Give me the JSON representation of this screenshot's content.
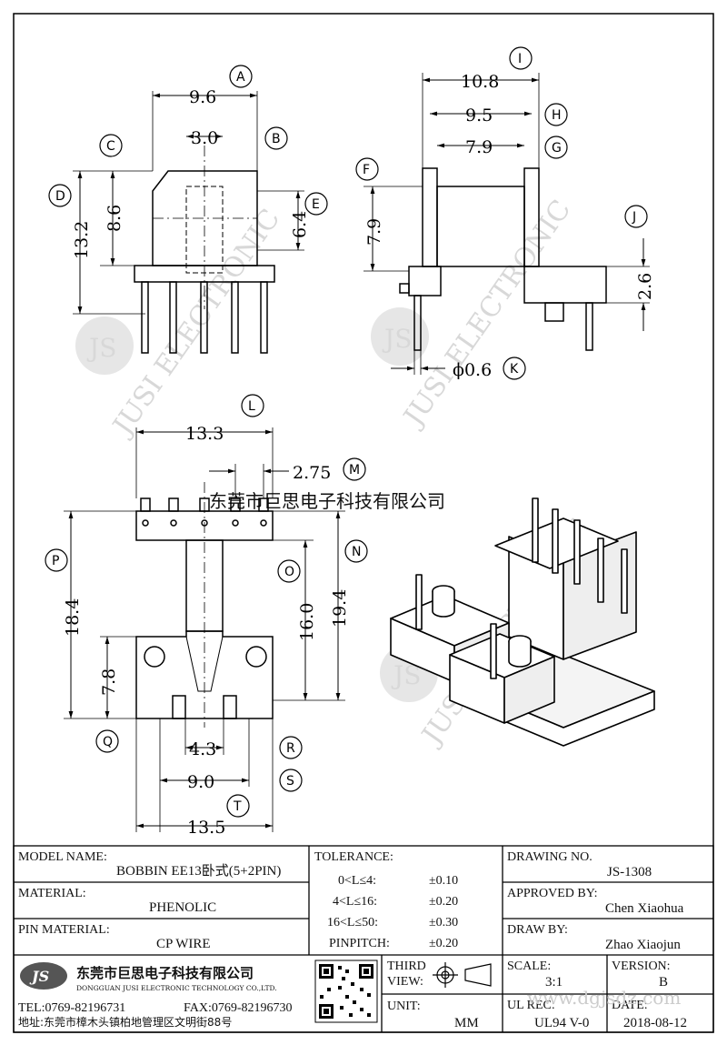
{
  "views": {
    "front": {
      "dims": {
        "A": "9.6",
        "B": "3.0",
        "C": "8.6",
        "D": "13.2",
        "E": "6.4"
      }
    },
    "side": {
      "dims": {
        "I": "10.8",
        "H": "9.5",
        "G": "7.9",
        "F": "7.9",
        "J": "2.6",
        "K": "ϕ0.6"
      }
    },
    "bottom": {
      "dims": {
        "L": "13.3",
        "M": "2.75",
        "P": "18.4",
        "O": "16.0",
        "N": "19.4",
        "Q": "7.8",
        "R": "4.3",
        "S": "9.0",
        "T": "13.5"
      }
    },
    "labels": [
      "A",
      "B",
      "C",
      "D",
      "E",
      "F",
      "G",
      "H",
      "I",
      "J",
      "K",
      "L",
      "M",
      "N",
      "O",
      "P",
      "Q",
      "R",
      "S",
      "T"
    ]
  },
  "watermark": {
    "brand": "JUSI ELECTRONIC",
    "logo": "JS",
    "company_cn_banner": "东莞市巨思电子科技有限公司"
  },
  "title_block": {
    "model_name_label": "MODEL NAME:",
    "model_name_value": "BOBBIN EE13卧式(5+2PIN)",
    "material_label": "MATERIAL:",
    "material_value": "PHENOLIC",
    "pin_material_label": "PIN MATERIAL:",
    "pin_material_value": "CP WIRE",
    "tolerance_label": "TOLERANCE:",
    "tolerances": [
      {
        "range": "0<L≤4:",
        "value": "±0.10"
      },
      {
        "range": "4<L≤16:",
        "value": "±0.20"
      },
      {
        "range": "16<L≤50:",
        "value": "±0.30"
      },
      {
        "range": "PINPITCH:",
        "value": "±0.20"
      }
    ],
    "drawing_no_label": "DRAWING NO.",
    "drawing_no_value": "JS-1308",
    "approved_by_label": "APPROVED BY:",
    "approved_by_value": "Chen Xiaohua",
    "draw_by_label": "DRAW BY:",
    "draw_by_value": "Zhao Xiaojun",
    "company_cn": "东莞市巨思电子科技有限公司",
    "company_en": "DONGGUAN JUSI ELECTRONIC TECHNOLOGY CO.,LTD.",
    "tel": "TEL:0769-82196731",
    "fax": "FAX:0769-82196730",
    "address": "地址:东莞市樟木头镇柏地管理区文明街88号",
    "third_view_label": "THIRD VIEW:",
    "unit_label": "UNIT:",
    "unit_value": "MM",
    "scale_label": "SCALE:",
    "scale_value": "3:1",
    "version_label": "VERSION:",
    "version_value": "B",
    "ul_rec_label": "UL REC:",
    "ul_rec_value": "UL94 V-0",
    "date_label": "DATE:",
    "date_value": "2018-08-12",
    "site_watermark": "www.dgjsdz.com"
  },
  "colors": {
    "line": "#000000",
    "watermark": "#d8d8d8"
  }
}
